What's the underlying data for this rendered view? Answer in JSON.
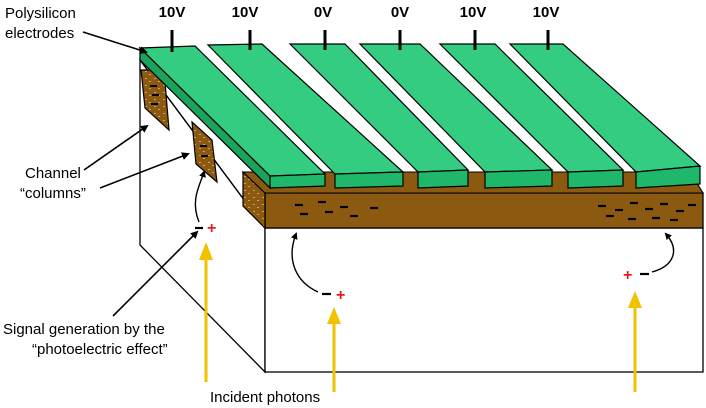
{
  "labels": {
    "electrodes_line1": "Polysilicon",
    "electrodes_line2": "electrodes",
    "channel_line1": "Channel",
    "channel_line2": "“columns”",
    "signal_line1": "Signal generation by the",
    "signal_line2": "“photoelectric effect”",
    "photons": "Incident photons"
  },
  "voltages": [
    "10V",
    "10V",
    "0V",
    "0V",
    "10V",
    "10V"
  ],
  "charges": {
    "plus": "+"
  },
  "colors": {
    "electrode_top": "#33cc80",
    "electrode_front": "#1fb86a",
    "electrode_side": "#1aa35c",
    "channel": "#8b5a10",
    "channel_speckle": "#c9a46a",
    "photon": "#f2c200",
    "plus": "#e01e1e"
  },
  "icons": {
    "photon_arrow": "arrow-up-icon"
  }
}
